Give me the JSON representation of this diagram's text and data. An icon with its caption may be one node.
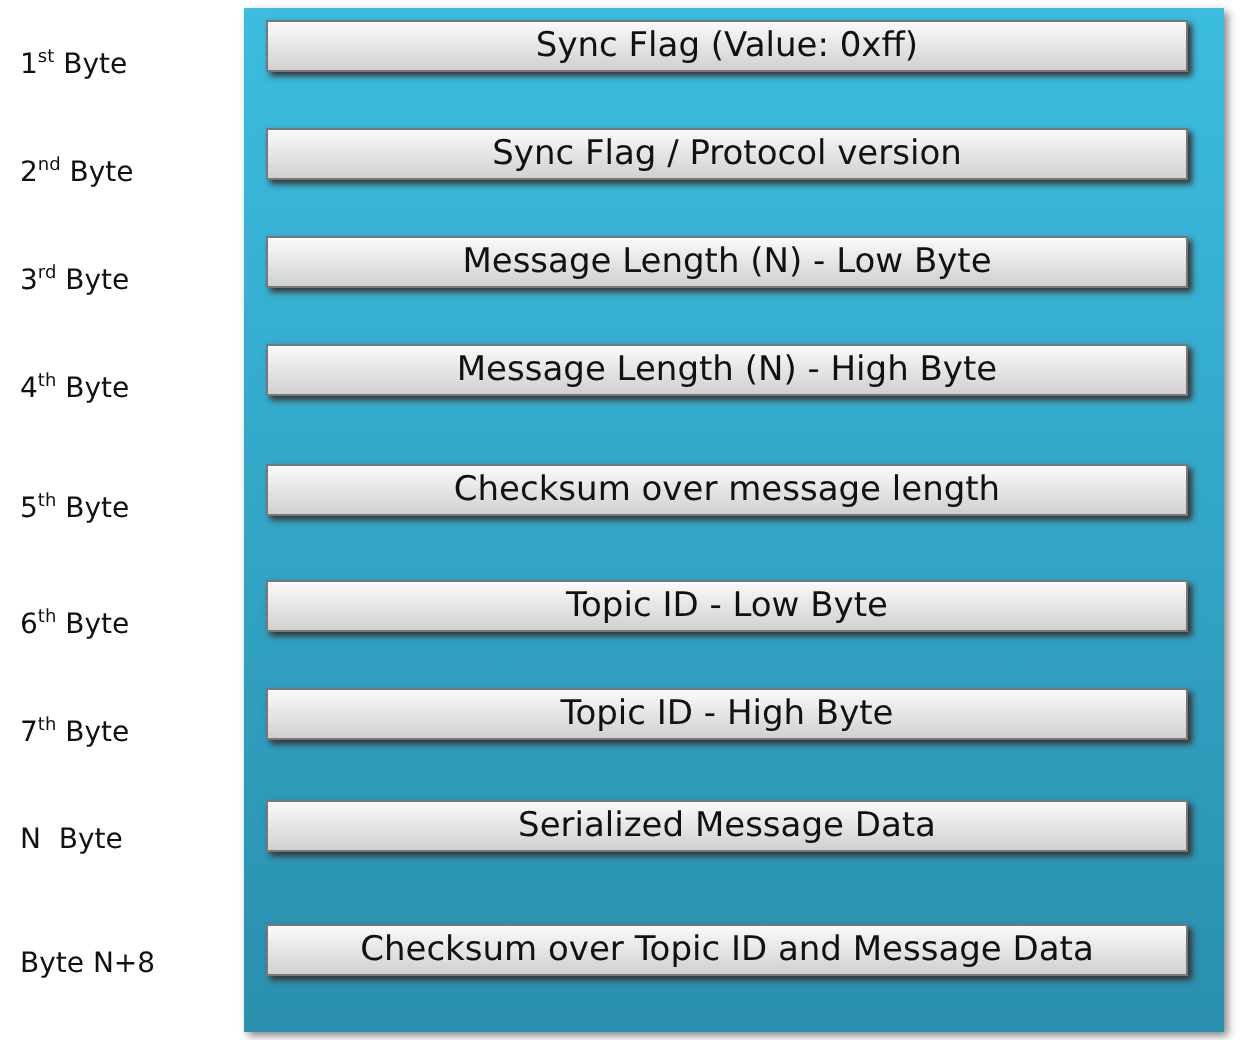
{
  "diagram": {
    "nodes": [
      {
        "text": [],
        "shape": "box"
      },
      {
        "text": [
          "Sync Flag (Value: 0xff)"
        ],
        "in": 0
      },
      {
        "text": [
          "Sync Flag / Protocol version"
        ],
        "in": 0
      },
      {
        "text": [
          "Message Length (N) - Low Byte"
        ],
        "in": 0
      },
      {
        "text": [
          "Message Length (N) - High Byte"
        ],
        "in": 0
      },
      {
        "text": [
          "Checksum over message length"
        ],
        "in": 0
      },
      {
        "text": [
          "Topic ID - Low Byte"
        ],
        "in": 0
      },
      {
        "text": [
          "Topic ID - High Byte"
        ],
        "in": 0
      },
      {
        "text": [
          "Serialized Message Data"
        ],
        "in": 0
      },
      {
        "text": [
          "Checksum over Topic ID and Message Data"
        ],
        "in": 0
      }
    ],
    "labels": [
      "1$^{st}$ Byte",
      "2$^{nd}$ Byte",
      "3$^{rd}$ Byte",
      "4$^{th}$ Byte",
      "5$^{th}$ Byte",
      "6$^{th}$ Byte",
      "7$^{th}$ Byte",
      "N  Byte",
      "Byte N+8"
    ]
  }
}
